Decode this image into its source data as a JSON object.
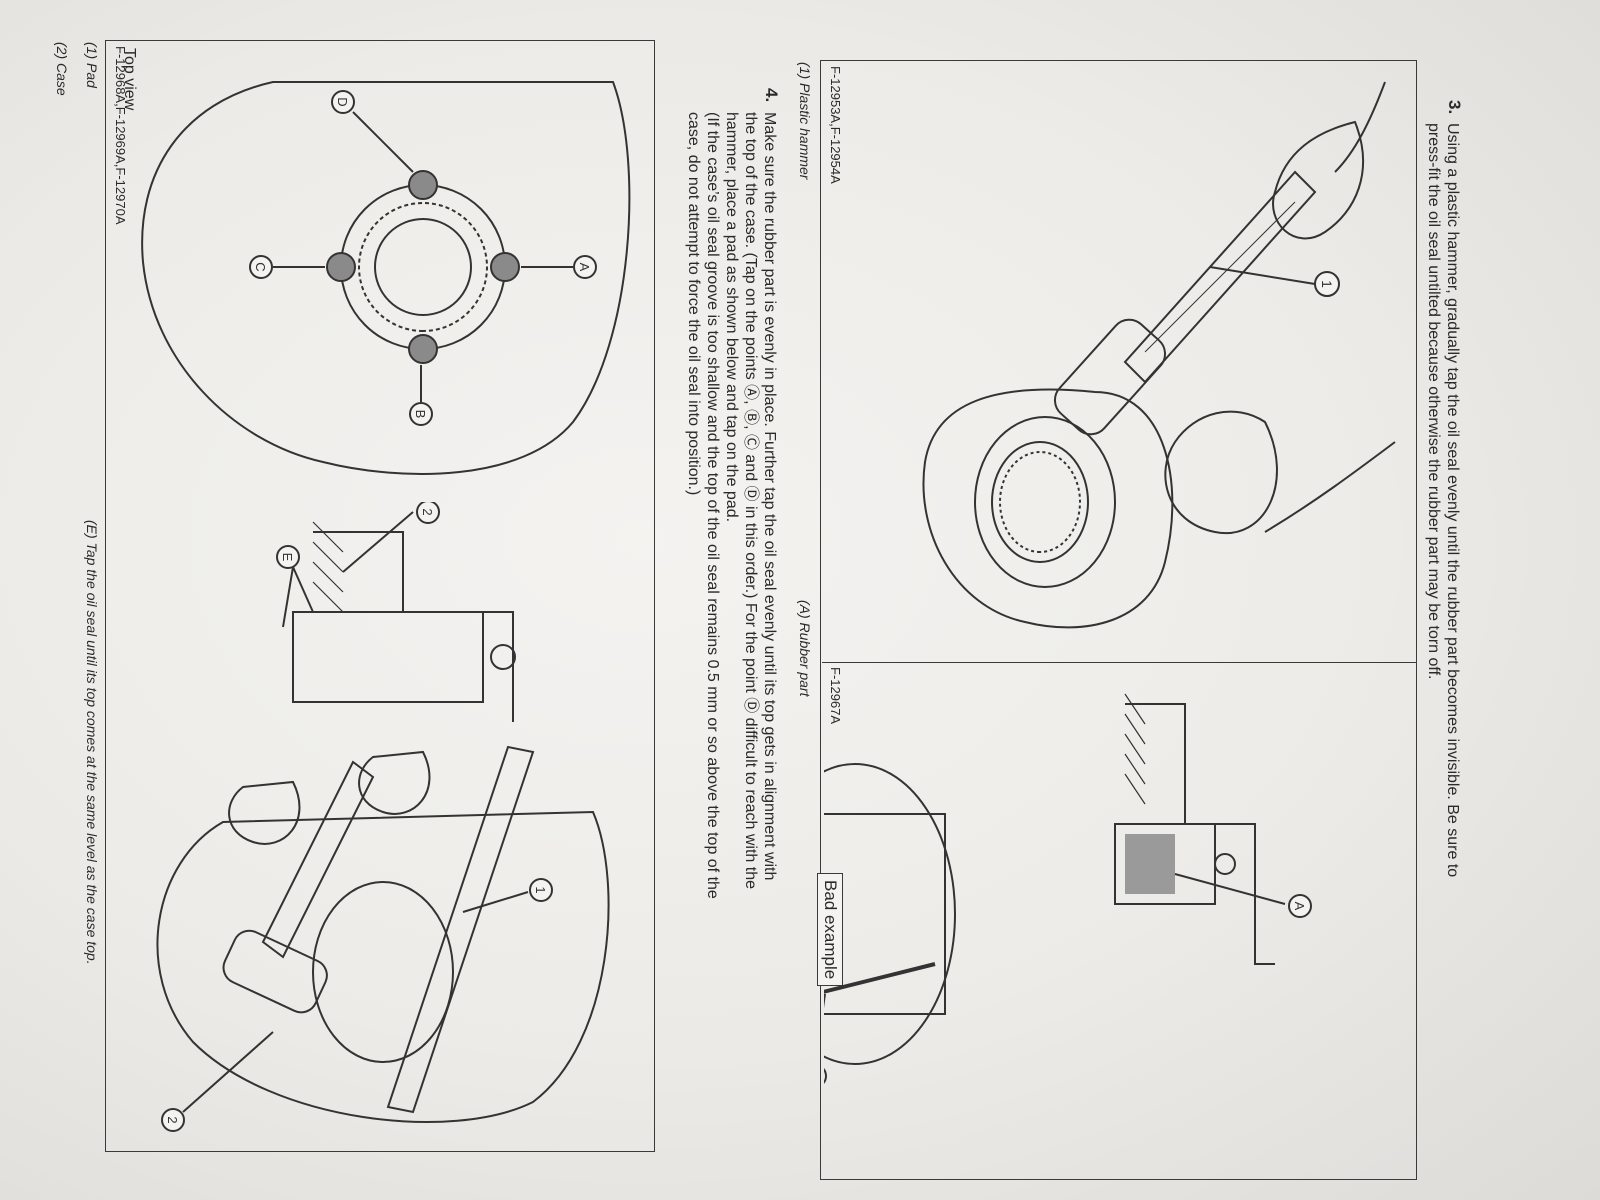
{
  "step3": {
    "number": "3.",
    "line1": "Using a plastic hammer, gradually tap the oil seal evenly until the rubber part becomes invisible. Be sure to",
    "line2": "press-fit the oil seal untilted because otherwise the rubber part may be torn off."
  },
  "figure1": {
    "code_left": "F-12953A,F-12954A",
    "code_right": "F-12967A",
    "bad_example": "Bad example",
    "callout_1": "1",
    "callout_a_top": "A",
    "callout_a_bottom": "A",
    "caption_left": "(1) Plastic hammer",
    "caption_right": "(A) Rubber part"
  },
  "step4": {
    "number": "4.",
    "line1": "Make sure the rubber part is evenly in place. Further tap the oil seal evenly until its top gets in alignment with",
    "line2": "the top of the case. (Tap on the points Ⓐ, Ⓑ, Ⓒ and Ⓓ in this order.) For the point Ⓓ difficult to reach with the",
    "line3": "hammer, place a pad as shown below and tap on the pad.",
    "line4": "(If the case’s oil seal groove is too shallow and the top of the oil seal remains 0.5 mm or so above the top of the",
    "line5": "case, do not attempt to force the oil seal into position.)"
  },
  "figure2": {
    "top_view": "Top view",
    "code": "F-12968A,F-12969A,F-12970A",
    "callout_a": "A",
    "callout_b": "B",
    "callout_c": "C",
    "callout_d": "D",
    "callout_e": "E",
    "callout_2a": "2",
    "callout_1": "1",
    "callout_2b": "2",
    "caption_pad": "(1) Pad",
    "caption_case": "(2) Case",
    "caption_e": "(E) Tap the oil seal until its top comes at the same level as the case top."
  }
}
